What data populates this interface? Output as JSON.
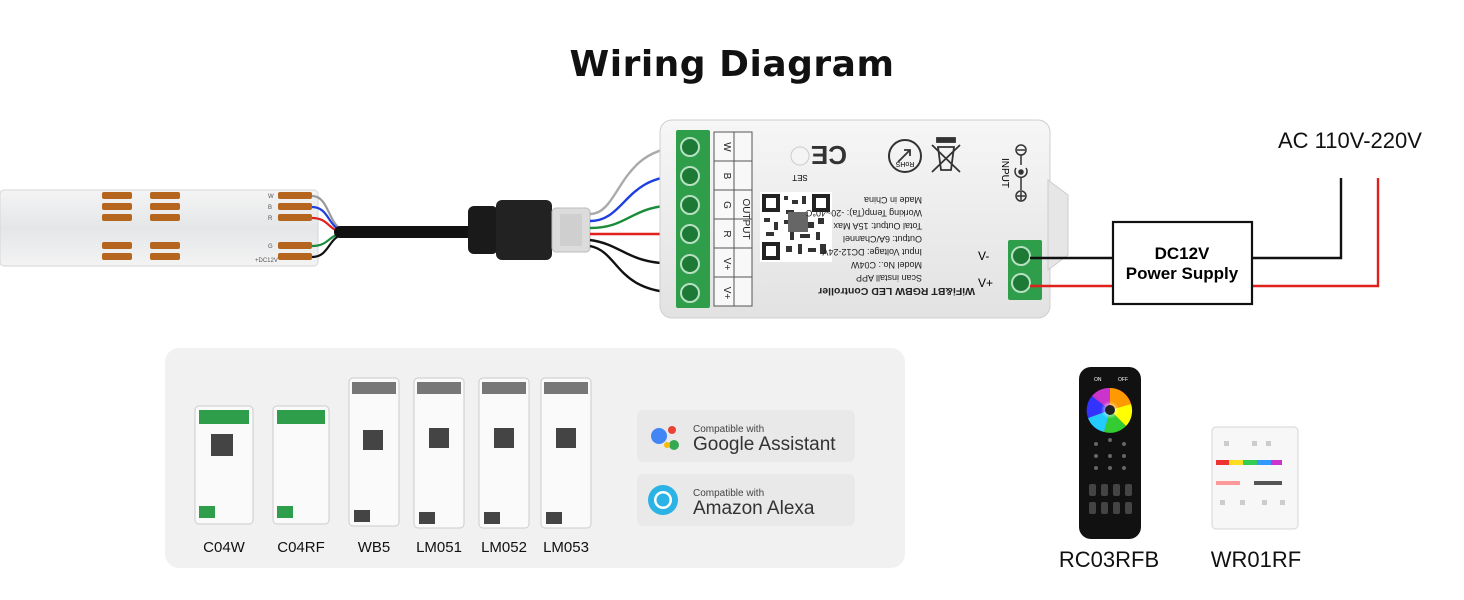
{
  "title": "Wiring Diagram",
  "ac_label": "AC 110V-220V",
  "power_supply": {
    "line1": "DC12V",
    "line2": "Power Supply"
  },
  "controller": {
    "name": "WiFi&BT RGBW LED Controller",
    "scan_label": "Scan install APP",
    "model": "Model No.: C04W",
    "input_voltage": "Input Voltage: DC12-24V",
    "output": "Output: 6A/Channel",
    "total_output": "Total Output: 15A Max",
    "working_temp": "Working Temp(Ta): -20~40°C",
    "made_in": "Made in China",
    "set_label": "SET",
    "input_label": "INPUT",
    "output_label": "OUTPUT",
    "terminals": [
      "W",
      "B",
      "G",
      "R",
      "V+",
      "V+"
    ],
    "vminus": "V-",
    "vplus": "V+",
    "rohs": "RoHS"
  },
  "strip_pads": [
    "W",
    "B",
    "R",
    "G",
    "+DC12V"
  ],
  "products": [
    "C04W",
    "C04RF",
    "WB5",
    "LM051",
    "LM052",
    "LM053"
  ],
  "compat": [
    {
      "small": "Compatible with",
      "big": "Google Assistant"
    },
    {
      "small": "Compatible with",
      "big": "Amazon Alexa"
    }
  ],
  "remote_buttons": {
    "on": "ON",
    "off": "OFF"
  },
  "accessories": [
    "RC03RFB",
    "WR01RF"
  ],
  "colors": {
    "blue": "#1f3fe0",
    "green": "#1a8c3a",
    "red": "#e0201c",
    "terminal_green": "#2e9e4a",
    "black": "#111111"
  }
}
